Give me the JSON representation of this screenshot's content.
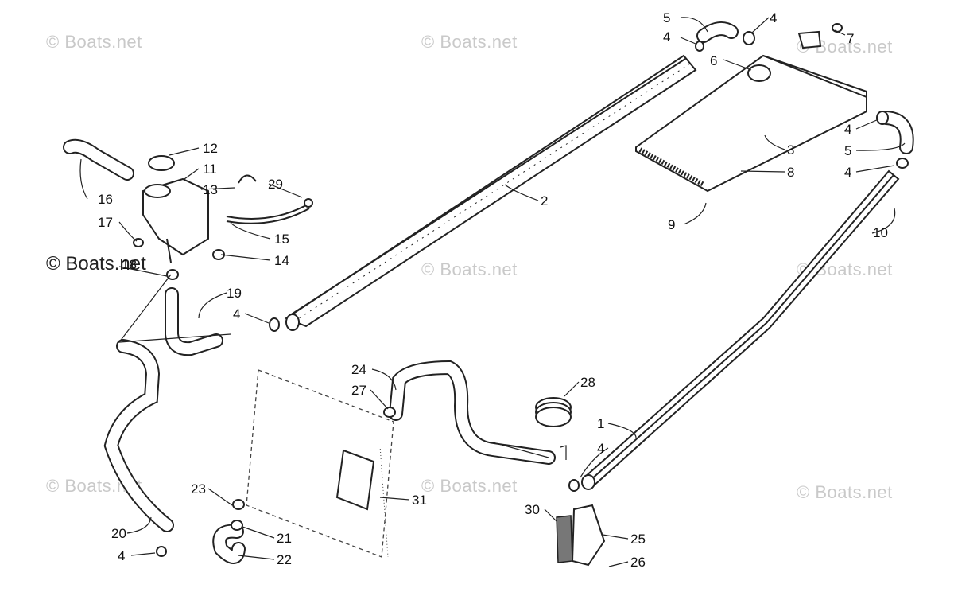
{
  "watermarks": [
    "© Boats.net",
    "© Boats.net",
    "© Boats.net",
    "© Boats.net",
    "© Boats.net",
    "© Boats.net",
    "© Boats.net",
    "© Boats.net",
    "© Boats.net"
  ],
  "watermark_main": "© Boats.net",
  "callouts": [
    "5",
    "4",
    "4",
    "7",
    "6",
    "3",
    "8",
    "4",
    "5",
    "4",
    "9",
    "10",
    "2",
    "12",
    "11",
    "13",
    "29",
    "16",
    "17",
    "15",
    "14",
    "18",
    "19",
    "4",
    "24",
    "27",
    "28",
    "1",
    "4",
    "23",
    "31",
    "30",
    "25",
    "20",
    "21",
    "22",
    "4",
    "26"
  ]
}
